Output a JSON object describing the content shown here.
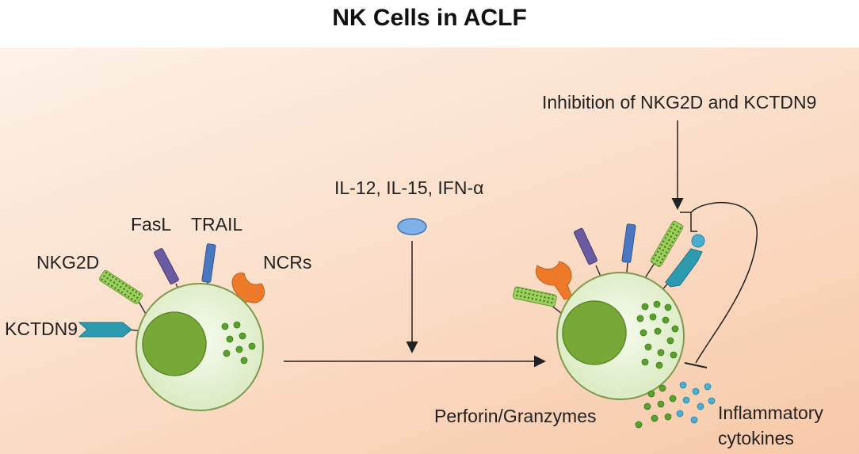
{
  "title": "NK Cells in ACLF",
  "labels": {
    "nkg2d": "NKG2D",
    "fasl": "FasL",
    "trail": "TRAIL",
    "ncrs": "NCRs",
    "kctdn9": "KCTDN9",
    "cytokines_in": "IL-12, IL-15, IFN-α",
    "inhibition": "Inhibition of NKG2D and KCTDN9",
    "perforin": "Perforin/Granzymes",
    "inflammatory_1": "Inflammatory",
    "inflammatory_2": "cytokines"
  },
  "colors": {
    "cell_fill": "#e4f0cf",
    "cell_stroke": "#7e9a50",
    "nucleus": "#78a838",
    "granule": "#5aa02c",
    "cytokine_dot": "#4aaed0",
    "fasl": "#6a5aa0",
    "trail": "#4a78c0",
    "ncr": "#ec7a28",
    "kctdn9": "#2e9ab0",
    "nkg2d": "#8cc84a"
  }
}
